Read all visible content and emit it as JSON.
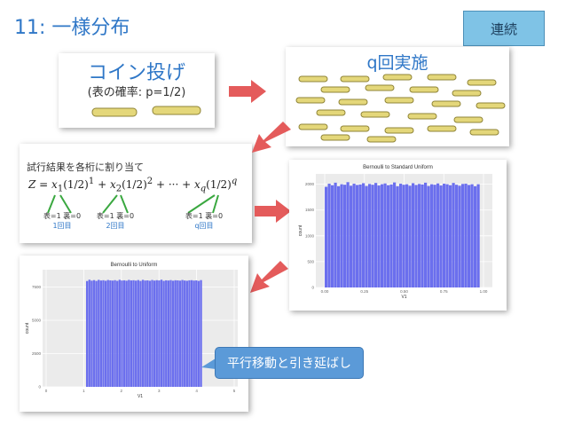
{
  "slide": {
    "title": "11: 一様分布",
    "badge": "連続",
    "coin_title": "コイン投げ",
    "coin_prob": "(表の確率: p=1/2)",
    "repeat_label": "q回実施",
    "assign_caption": "試行結果を各桁に割り当て",
    "callout": "平行移動と引き延ばし"
  },
  "digits": [
    {
      "front": "表=1",
      "back": "裏=0",
      "nth": "1回目"
    },
    {
      "front": "表=1",
      "back": "裏=0",
      "nth": "2回目"
    },
    {
      "front": "表=1",
      "back": "裏=0",
      "nth": "q回目"
    }
  ],
  "colors": {
    "accent": "#2f77c7",
    "badge": "#7fc3e6",
    "arrow": "#e45b5b",
    "bar": "#6b6fee",
    "coin": "#e4d77a"
  },
  "chart_data": [
    {
      "type": "bar",
      "title": "Bernoulli to Standard Uniform",
      "xlabel": "V1",
      "ylabel": "count",
      "x_ticks": [
        "0.00",
        "0.25",
        "0.50",
        "0.75",
        "1.00"
      ],
      "y_ticks": [
        "0",
        "500",
        "1000",
        "1500",
        "2000"
      ],
      "ylim": [
        0,
        2200
      ],
      "bins": 50,
      "values_approx": [
        1950,
        2010,
        1980,
        2030,
        1960,
        2000,
        1990,
        2040,
        1970,
        2010,
        1985,
        1995,
        2020,
        1965,
        2005,
        1990,
        2025,
        1975,
        2000,
        2015,
        1980,
        1995,
        2035,
        1960,
        2010,
        1990,
        2000,
        1970,
        2020,
        1985,
        2005,
        1995,
        2030,
        1965,
        2000,
        1990,
        2015,
        1975,
        2010,
        2000,
        1980,
        2025,
        1990,
        1970,
        2005,
        2010,
        1985,
        2000,
        1960,
        2000
      ],
      "grid": true
    },
    {
      "type": "bar",
      "title": "Bernoulli to Uniform",
      "xlabel": "V1",
      "ylabel": "count",
      "x_ticks": [
        "0",
        "1",
        "2",
        "3",
        "4",
        "5"
      ],
      "y_ticks": [
        "0",
        "2500",
        "5000",
        "7500"
      ],
      "ylim": [
        0,
        8800
      ],
      "bins": 50,
      "values_approx": [
        7950,
        8050,
        7980,
        8020,
        7960,
        8040,
        7990,
        8010,
        7970,
        8030,
        8000,
        7985,
        8015,
        7965,
        8045,
        7990,
        8005,
        7975,
        8035,
        7995,
        8010,
        7980,
        8025,
        7960,
        8040,
        7990,
        8000,
        7970,
        8030,
        7985,
        8015,
        7995,
        8050,
        7965,
        8005,
        7990,
        8020,
        7975,
        8010,
        8000,
        7980,
        8030,
        7990,
        7970,
        8005,
        8015,
        7985,
        8000,
        7960,
        8020
      ],
      "grid": true
    }
  ]
}
